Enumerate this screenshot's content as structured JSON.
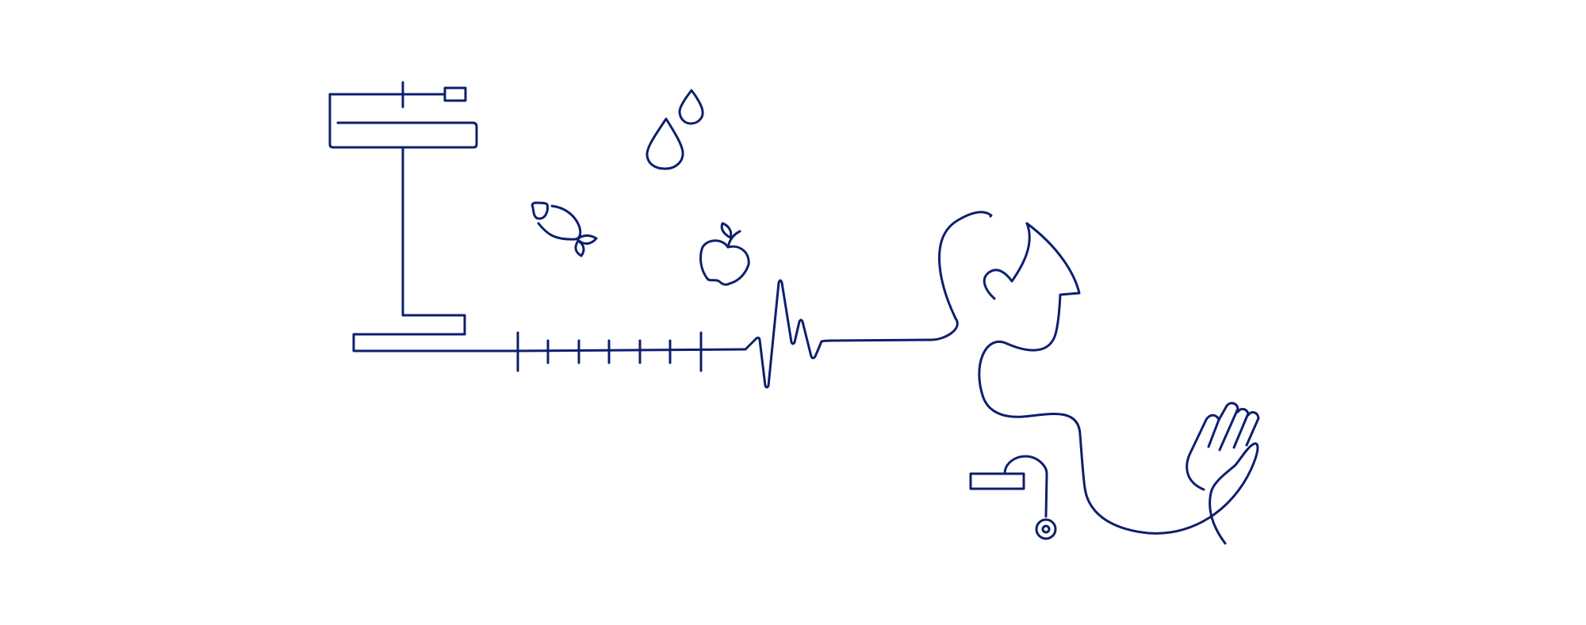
{
  "illustration": {
    "line_color": "#0d1f6e",
    "background_color": "#ffffff",
    "elements": [
      "weighing-scale-icon",
      "measuring-ruler",
      "water-drops-icon",
      "leaf-icon",
      "apple-icon",
      "heartbeat-line",
      "human-profile",
      "raised-hand-icon",
      "stethoscope-icon"
    ]
  }
}
